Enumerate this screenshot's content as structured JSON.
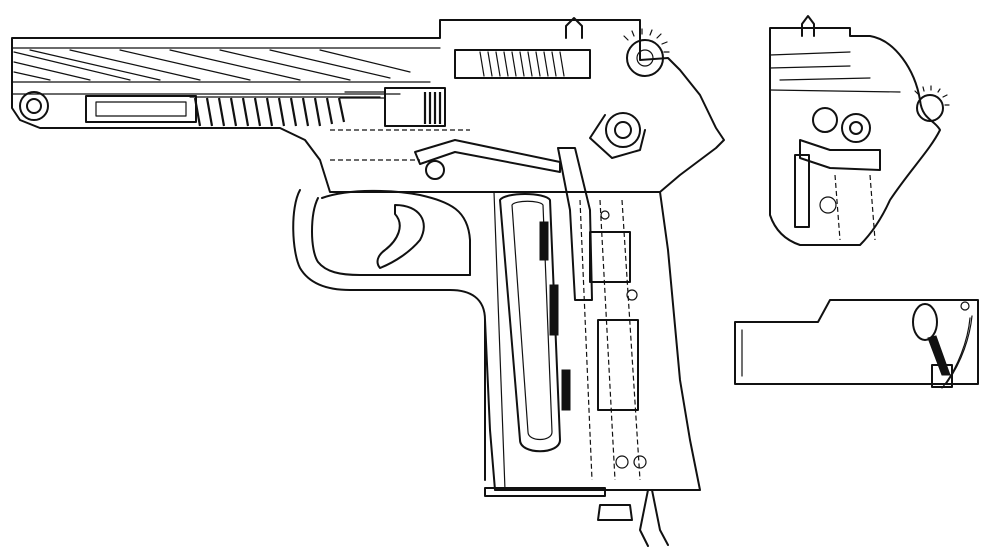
{
  "figure": {
    "kind": "technical-cutaway-drawing",
    "subject_icon": "pistol-cutaway-icon",
    "line_color": "#111111",
    "background_color": "#ffffff",
    "views": [
      {
        "id": "main-cutaway",
        "icon": "pistol-side-cutaway-icon"
      },
      {
        "id": "hammer-detail",
        "icon": "hammer-mechanism-detail-icon"
      },
      {
        "id": "safety-lever-detail",
        "icon": "safety-lever-detail-icon"
      }
    ]
  }
}
